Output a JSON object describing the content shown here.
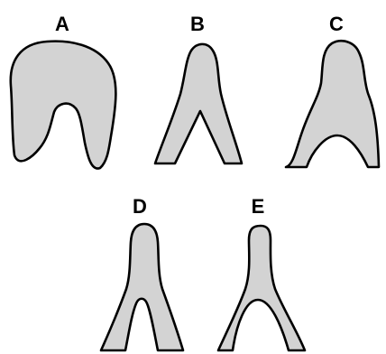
{
  "labels": {
    "a": "A",
    "b": "B",
    "c": "C",
    "d": "D",
    "e": "E"
  },
  "colors": {
    "fill": "#d3d3d3",
    "stroke": "#000000",
    "background": "#ffffff"
  }
}
